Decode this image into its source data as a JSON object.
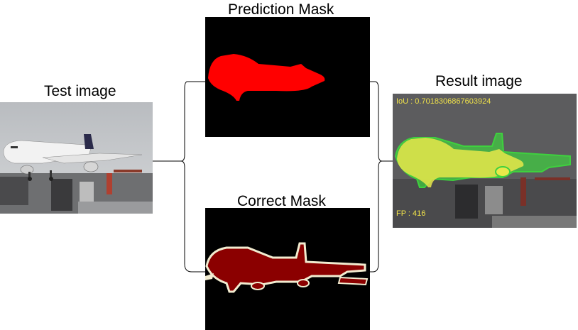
{
  "labels": {
    "test_image": "Test image",
    "prediction_mask": "Prediction Mask",
    "correct_mask": "Correct Mask",
    "result_image": "Result image"
  },
  "result_overlay": {
    "iou": "IoU : 0.7018306867603924",
    "fp": "FP : 416"
  },
  "colors": {
    "prediction_fill": "#ff0000",
    "correct_fill": "#8b0000",
    "correct_outline": "#f2ecd0",
    "result_prediction": "#e8e84a",
    "result_ground_truth": "#3ed13e",
    "overlay_text": "#f0e24a",
    "mask_background": "#000000"
  }
}
